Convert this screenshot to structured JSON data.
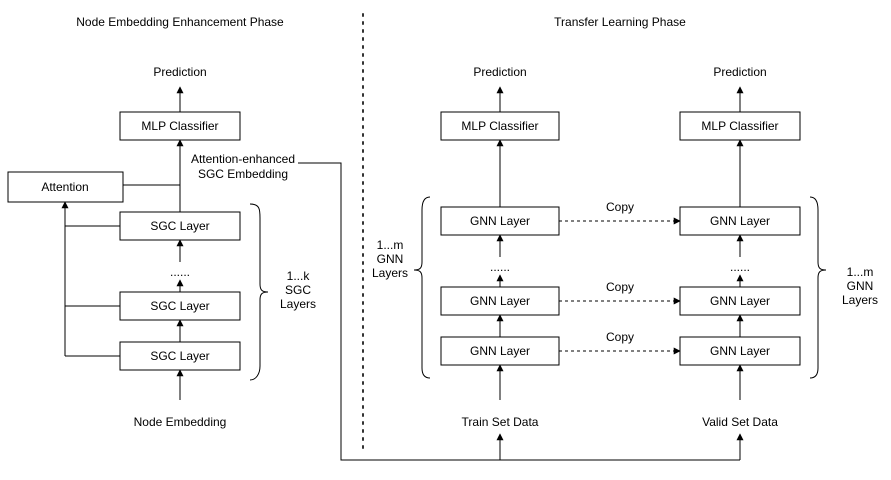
{
  "phases": {
    "left": "Node Embedding Enhancement Phase",
    "right": "Transfer Learning Phase"
  },
  "left": {
    "prediction": "Prediction",
    "mlp": "MLP Classifier",
    "attention": "Attention",
    "attn_output_line1": "Attention-enhanced",
    "attn_output_line2": "SGC Embedding",
    "sgc_top": "SGC Layer",
    "sgc_mid": "SGC Layer",
    "sgc_bottom": "SGC Layer",
    "ellipsis": "......",
    "brace_line1": "1...k",
    "brace_line2": "SGC",
    "brace_line3": "Layers",
    "input": "Node Embedding"
  },
  "train": {
    "prediction": "Prediction",
    "mlp": "MLP Classifier",
    "gnn_top": "GNN Layer",
    "gnn_mid": "GNN Layer",
    "gnn_bottom": "GNN Layer",
    "ellipsis": "......",
    "brace_line1": "1...m",
    "brace_line2": "GNN",
    "brace_line3": "Layers",
    "input": "Train Set Data"
  },
  "valid": {
    "prediction": "Prediction",
    "mlp": "MLP Classifier",
    "gnn_top": "GNN Layer",
    "gnn_mid": "GNN Layer",
    "gnn_bottom": "GNN Layer",
    "ellipsis": "......",
    "brace_line1": "1...m",
    "brace_line2": "GNN",
    "brace_line3": "Layers",
    "input": "Valid Set Data"
  },
  "copy": {
    "top": "Copy",
    "mid": "Copy",
    "bottom": "Copy"
  }
}
